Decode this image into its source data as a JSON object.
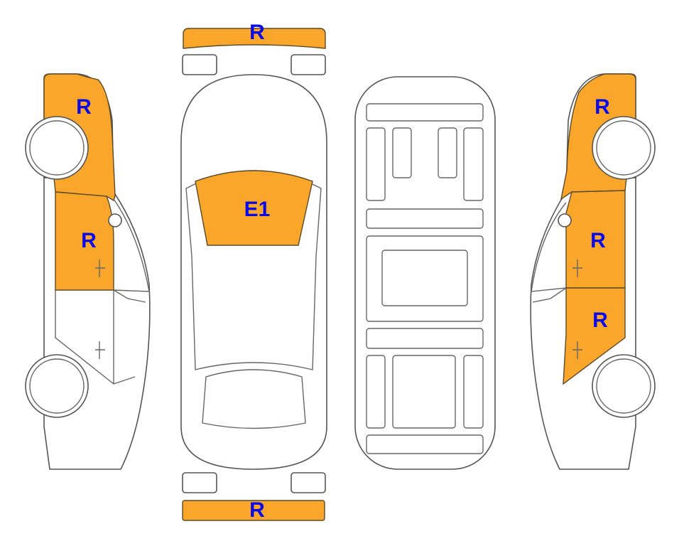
{
  "colors": {
    "damage": "#F9A62B",
    "label": "#0A0AE6",
    "outline": "#555555"
  },
  "panels": {
    "front_bumper": {
      "code": "R"
    },
    "windshield": {
      "code": "E1"
    },
    "rear_bumper": {
      "code": "R"
    },
    "left_front_fender": {
      "code": "R"
    },
    "left_front_door": {
      "code": "R"
    },
    "right_front_fender": {
      "code": "R"
    },
    "right_front_door": {
      "code": "R"
    },
    "right_rear_door": {
      "code": "R"
    }
  }
}
